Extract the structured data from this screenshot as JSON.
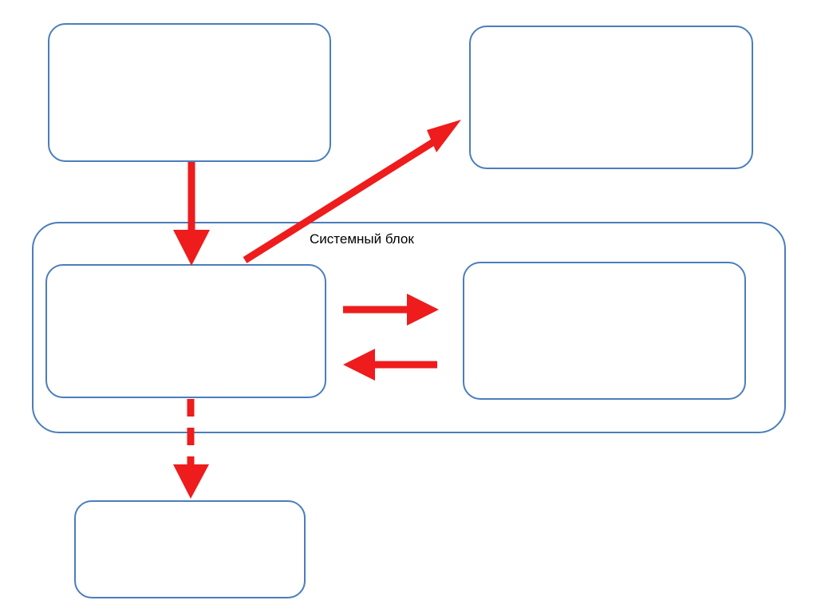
{
  "slide": {
    "background_color": "#ffffff",
    "node_border_color": "#4a7ebb",
    "arrow_color": "#ee1c1c",
    "text_color": "#000000"
  },
  "labels": {
    "system_block": "Системный блок"
  },
  "nodes": [
    {
      "id": "top-left-box",
      "text": ""
    },
    {
      "id": "top-right-box",
      "text": ""
    },
    {
      "id": "system-block-group",
      "text": ""
    },
    {
      "id": "inner-left-box",
      "text": ""
    },
    {
      "id": "inner-right-box",
      "text": ""
    },
    {
      "id": "bottom-box",
      "text": ""
    }
  ],
  "arrows": [
    {
      "id": "arrow-top-left-down",
      "style": "solid",
      "direction": "down"
    },
    {
      "id": "arrow-diagonal-up-right",
      "style": "solid",
      "direction": "up-right"
    },
    {
      "id": "arrow-inner-right",
      "style": "solid",
      "direction": "right"
    },
    {
      "id": "arrow-inner-left",
      "style": "solid",
      "direction": "left"
    },
    {
      "id": "arrow-down-dashed",
      "style": "dashed",
      "direction": "down"
    }
  ]
}
